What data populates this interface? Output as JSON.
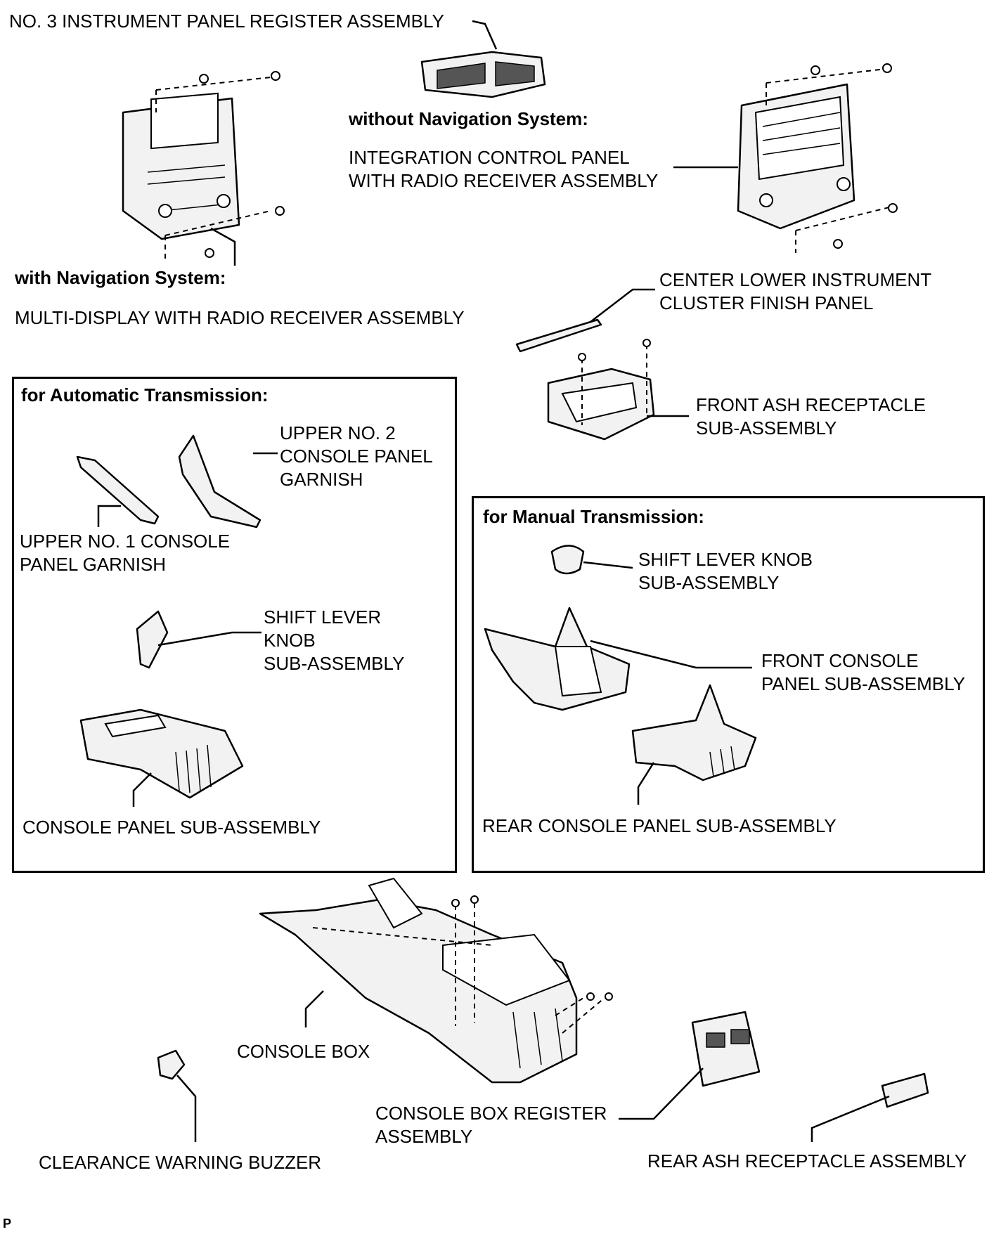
{
  "labels": {
    "no3_register": "NO. 3 INSTRUMENT PANEL REGISTER ASSEMBLY",
    "without_nav": "without Navigation System:",
    "integration_panel": "INTEGRATION CONTROL PANEL\nWITH RADIO RECEIVER ASSEMBLY",
    "with_nav": "with Navigation System:",
    "multi_display": "MULTI-DISPLAY WITH RADIO RECEIVER ASSEMBLY",
    "center_lower_finish": "CENTER LOWER INSTRUMENT\nCLUSTER FINISH PANEL",
    "front_ash": "FRONT ASH RECEPTACLE\nSUB-ASSEMBLY",
    "auto_header": "for Automatic Transmission:",
    "upper_no2": "UPPER NO. 2\nCONSOLE PANEL\nGARNISH",
    "upper_no1": "UPPER NO. 1 CONSOLE\nPANEL GARNISH",
    "shift_knob_auto": "SHIFT LEVER\nKNOB\nSUB-ASSEMBLY",
    "console_panel": "CONSOLE PANEL SUB-ASSEMBLY",
    "manual_header": "for Manual Transmission:",
    "shift_knob_manual": "SHIFT LEVER KNOB\nSUB-ASSEMBLY",
    "front_console": "FRONT CONSOLE\nPANEL SUB-ASSEMBLY",
    "rear_console": "REAR CONSOLE PANEL SUB-ASSEMBLY",
    "console_box": "CONSOLE BOX",
    "console_box_register": "CONSOLE BOX REGISTER\nASSEMBLY",
    "clearance_buzzer": "CLEARANCE WARNING BUZZER",
    "rear_ash": "REAR ASH RECEPTACLE ASSEMBLY",
    "corner_mark": "P"
  }
}
